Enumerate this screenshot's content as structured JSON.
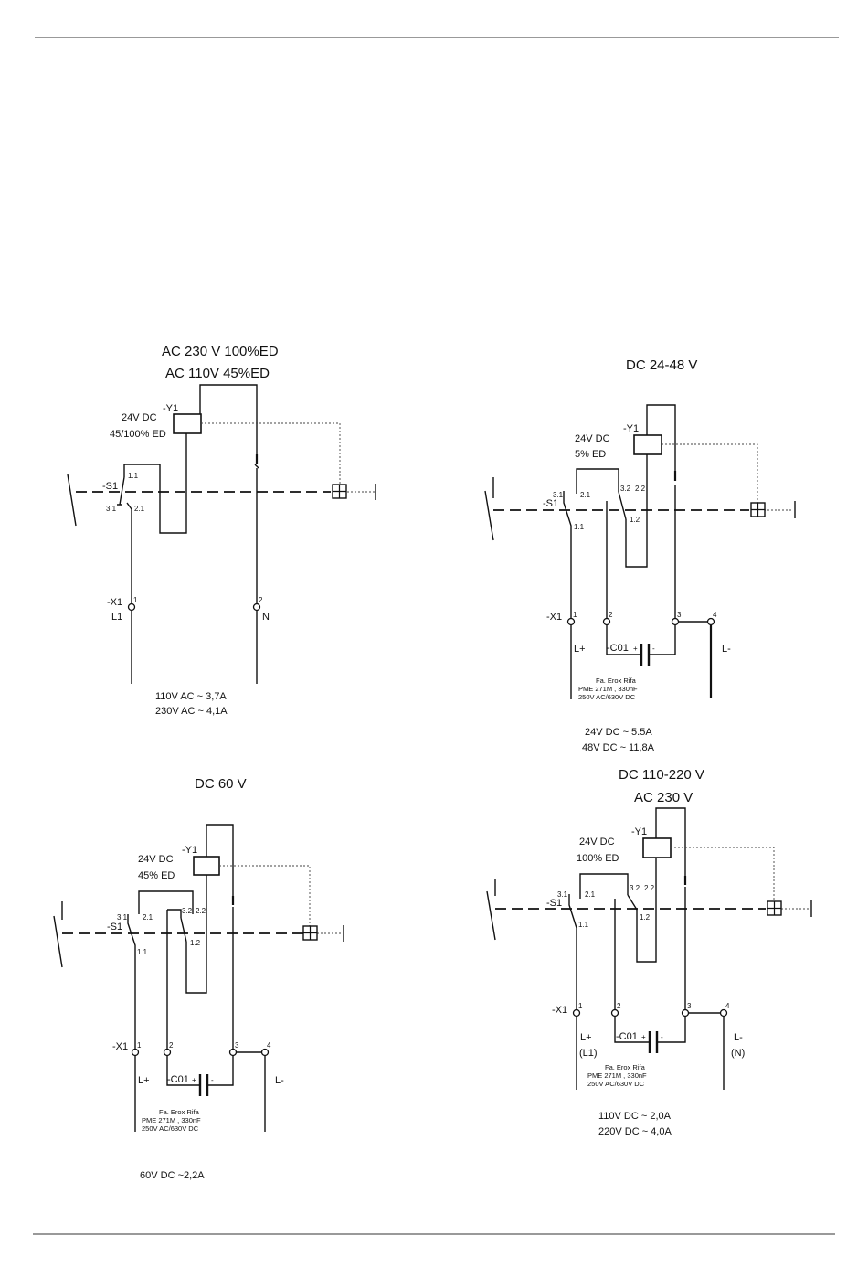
{
  "diagram_1": {
    "title_line1": "AC 230 V  100%ED",
    "title_line2": "AC 110V   45%ED",
    "coil_label": "-Y1",
    "coil_rating_line1": "24V DC",
    "coil_rating_line2": "45/100% ED",
    "switch_label": "-S1",
    "pin_1_1": "1.1",
    "pin_3_1": "3.1",
    "pin_2_1": "2.1",
    "terminal_block": "-X1",
    "terminal_1": "1",
    "terminal_2": "2",
    "supply_left": "L1",
    "supply_right": "N",
    "current_line1": "110V AC ~ 3,7A",
    "current_line2": "230V AC ~ 4,1A"
  },
  "diagram_2": {
    "title_line1": "DC 24-48 V",
    "coil_label": "-Y1",
    "coil_rating_line1": "24V DC",
    "coil_rating_line2": "5% ED",
    "switch_label": "-S1",
    "pin_3_1": "3.1",
    "pin_2_1": "2.1",
    "pin_1_1": "1.1",
    "pin_3_2": "3.2",
    "pin_2_2": "2.2",
    "pin_1_2": "1.2",
    "terminal_block": "-X1",
    "terminal_1": "1",
    "terminal_2": "2",
    "terminal_3": "3",
    "terminal_4": "4",
    "supply_left": "L+",
    "supply_right": "L-",
    "capacitor_label": "-C01",
    "cap_plus": "+",
    "cap_minus": "-",
    "cap_spec_line1": "Fa. Erox Rifa",
    "cap_spec_line2": "PME 271M , 330nF",
    "cap_spec_line3": "250V AC/630V DC",
    "current_line1": "24V DC  ~ 5.5A",
    "current_line2": "48V DC  ~ 11,8A"
  },
  "diagram_3": {
    "title_line1": "DC 60 V",
    "coil_label": "-Y1",
    "coil_rating_line1": "24V DC",
    "coil_rating_line2": "45% ED",
    "switch_label": "-S1",
    "pin_3_1": "3.1",
    "pin_2_1": "2.1",
    "pin_1_1": "1.1",
    "pin_3_2": "3.2",
    "pin_2_2": "2.2",
    "pin_1_2": "1.2",
    "terminal_block": "-X1",
    "terminal_1": "1",
    "terminal_2": "2",
    "terminal_3": "3",
    "terminal_4": "4",
    "supply_left": "L+",
    "supply_right": "L-",
    "capacitor_label": "-C01",
    "cap_plus": "+",
    "cap_minus": "-",
    "cap_spec_line1": "Fa. Erox Rifa",
    "cap_spec_line2": "PME 271M , 330nF",
    "cap_spec_line3": "250V AC/630V DC",
    "current_line1": "60V DC  ~2,2A"
  },
  "diagram_4": {
    "title_line1": "DC 110-220 V",
    "title_line2": "AC 230 V",
    "coil_label": "-Y1",
    "coil_rating_line1": "24V DC",
    "coil_rating_line2": "100% ED",
    "switch_label": "-S1",
    "pin_3_1": "3.1",
    "pin_2_1": "2.1",
    "pin_1_1": "1.1",
    "pin_3_2": "3.2",
    "pin_2_2": "2.2",
    "pin_1_2": "1.2",
    "terminal_block": "-X1",
    "terminal_1": "1",
    "terminal_2": "2",
    "terminal_3": "3",
    "terminal_4": "4",
    "supply_left": "L+",
    "supply_left_alt": "(L1)",
    "supply_right": "L-",
    "supply_right_alt": "(N)",
    "capacitor_label": "-C01",
    "cap_plus": "+",
    "cap_minus": "-",
    "cap_spec_line1": "Fa. Erox Rifa",
    "cap_spec_line2": "PME 271M , 330nF",
    "cap_spec_line3": "250V AC/630V DC",
    "current_line1": "110V DC ~ 2,0A",
    "current_line2": "220V DC ~ 4,0A"
  }
}
